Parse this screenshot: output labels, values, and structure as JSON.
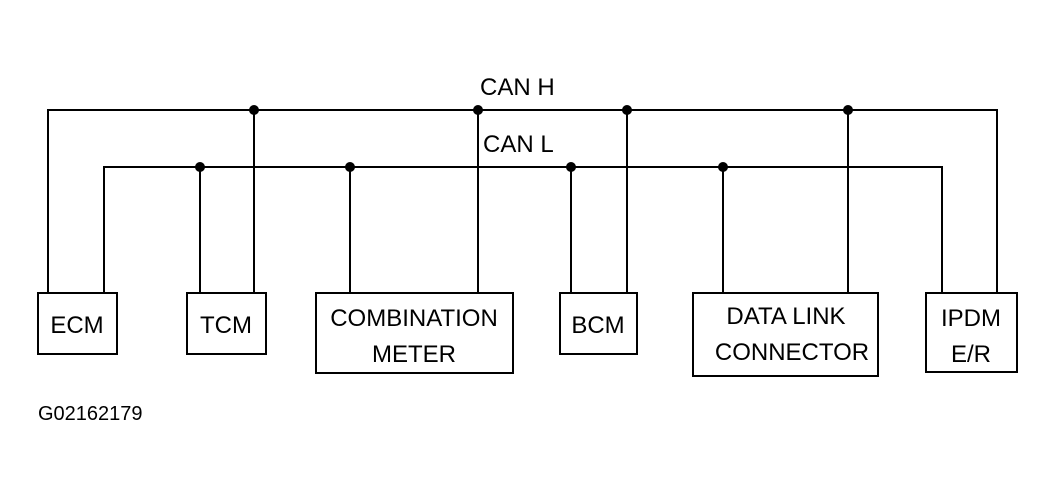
{
  "buses": {
    "can_h": {
      "label": "CAN H"
    },
    "can_l": {
      "label": "CAN L"
    }
  },
  "nodes": [
    {
      "id": "ecm",
      "lines": [
        "ECM"
      ]
    },
    {
      "id": "tcm",
      "lines": [
        "TCM"
      ]
    },
    {
      "id": "combination-meter",
      "lines": [
        "COMBINATION",
        "METER"
      ]
    },
    {
      "id": "bcm",
      "lines": [
        "BCM"
      ]
    },
    {
      "id": "data-link-connector",
      "lines": [
        "DATA LINK",
        "CONNECTOR"
      ]
    },
    {
      "id": "ipdm-er",
      "lines": [
        "IPDM",
        "E/R"
      ]
    }
  ],
  "figure_id": "G02162179"
}
